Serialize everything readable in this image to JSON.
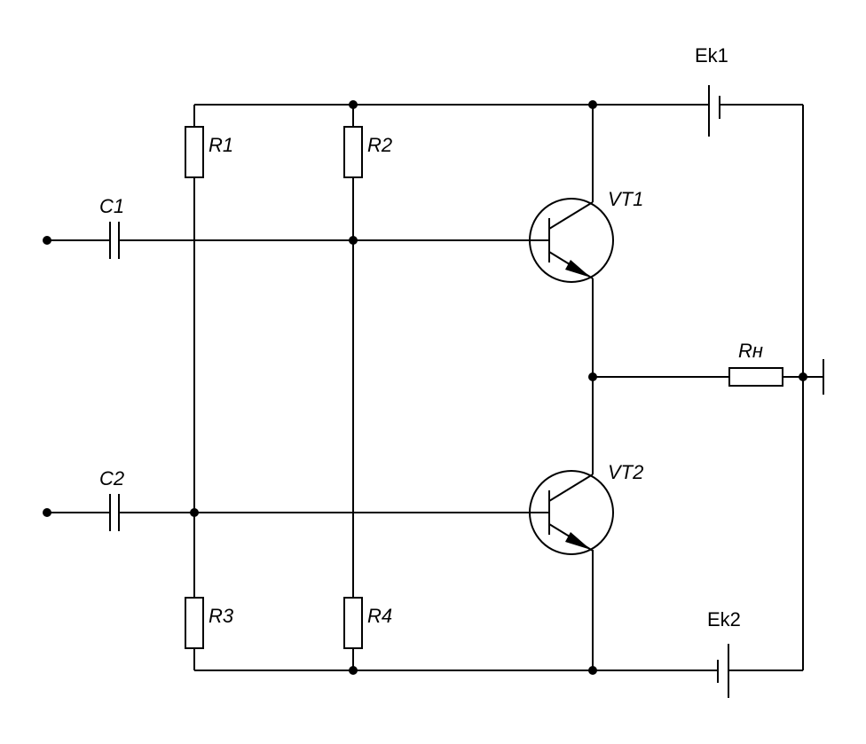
{
  "labels": {
    "r1": "R1",
    "r2": "R2",
    "r3": "R3",
    "r4": "R4",
    "c1": "C1",
    "c2": "C2",
    "vt1": "VT1",
    "vt2": "VT2",
    "rn": "Rн",
    "ek1": "Ek1",
    "ek2": "Ek2"
  }
}
